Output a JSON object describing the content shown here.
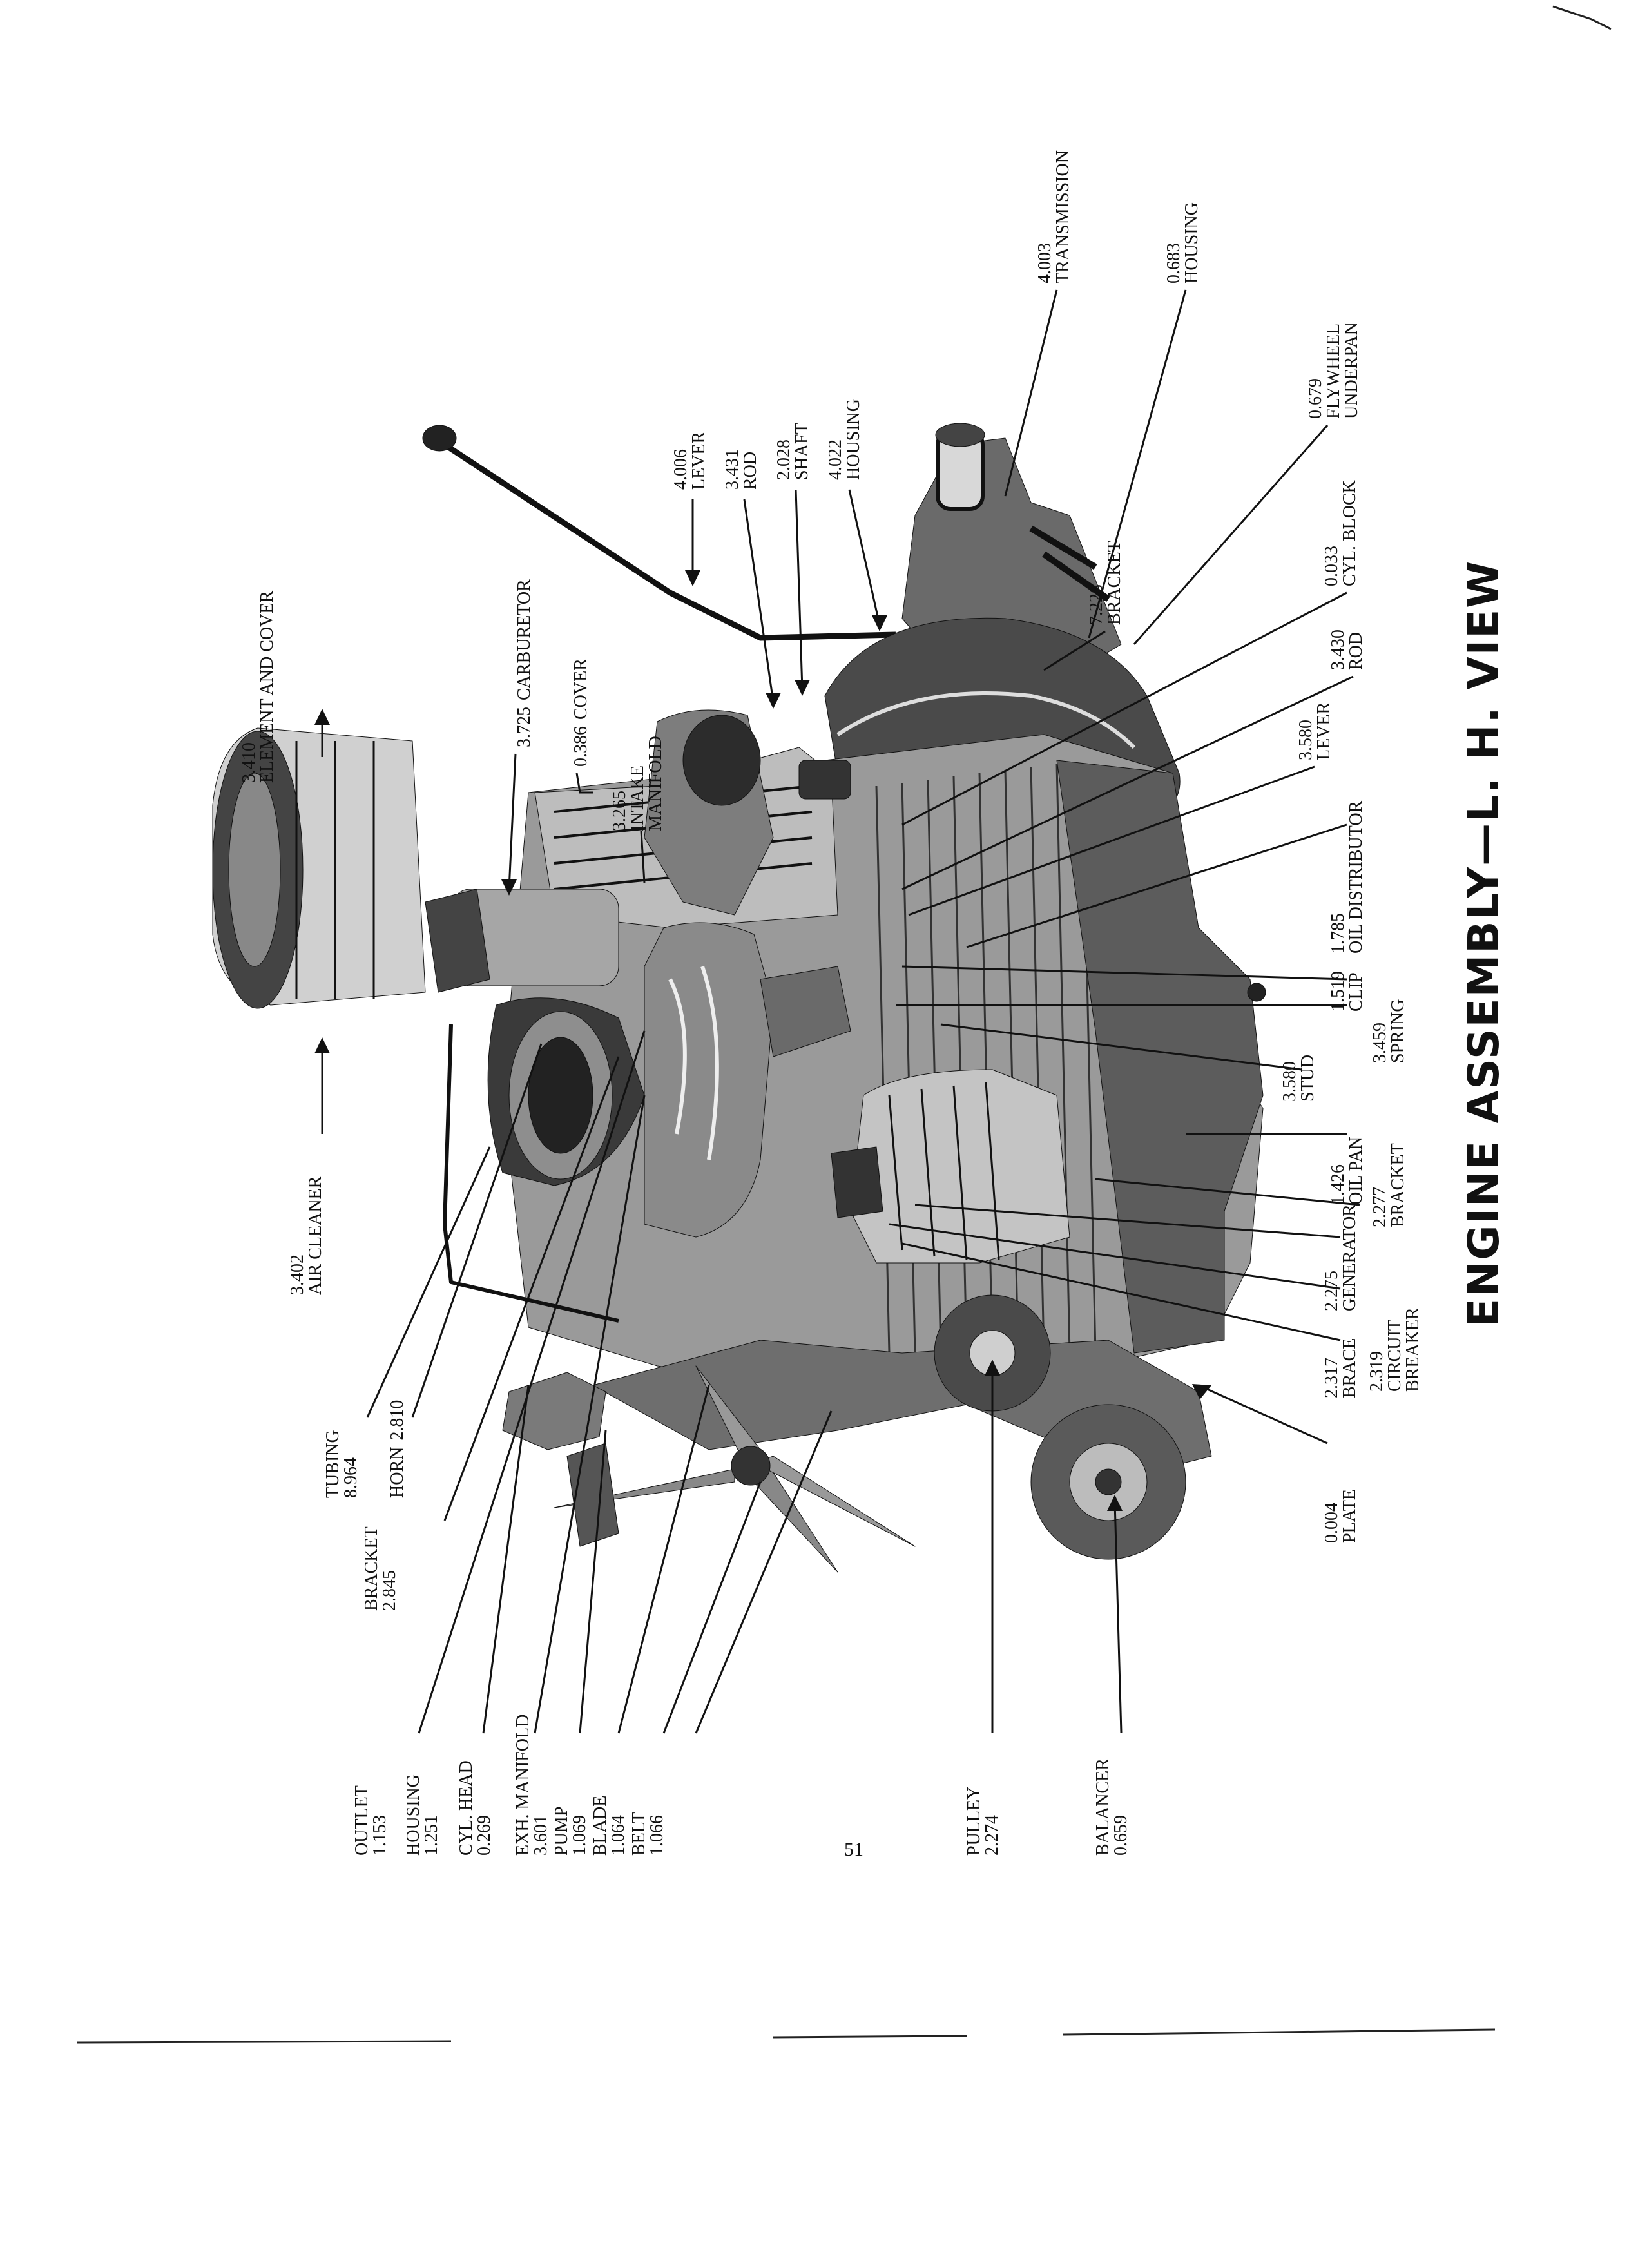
{
  "title": "ENGINE ASSEMBLY—L. H. VIEW",
  "page_number": "51",
  "callouts": [
    {
      "id": "element-and-cover",
      "num": "3.410",
      "name": "ELEMENT AND COVER"
    },
    {
      "id": "air-cleaner",
      "num": "3.402",
      "name": "AIR CLEANER"
    },
    {
      "id": "carburetor",
      "num": "3.725",
      "name": "CARBURETOR"
    },
    {
      "id": "cover",
      "num": "0.386",
      "name": "COVER"
    },
    {
      "id": "intake-manifold",
      "num": "3.265",
      "name": "INTAKE",
      "name2": "MANIFOLD"
    },
    {
      "id": "lever-top",
      "num": "4.006",
      "name": "LEVER"
    },
    {
      "id": "rod-top",
      "num": "3.431",
      "name": "ROD"
    },
    {
      "id": "shaft",
      "num": "2.028",
      "name": "SHAFT"
    },
    {
      "id": "housing-top",
      "num": "4.022",
      "name": "HOUSING"
    },
    {
      "id": "transmission",
      "num": "4.003",
      "name": "TRANSMISSION"
    },
    {
      "id": "housing-right",
      "num": "0.683",
      "name": "HOUSING"
    },
    {
      "id": "flywheel-underpan",
      "num": "0.679",
      "name": "FLYWHEEL",
      "name2": "UNDERPAN"
    },
    {
      "id": "bracket-right",
      "num": "7.228",
      "name": "BRACKET"
    },
    {
      "id": "cyl-block",
      "num": "0.033",
      "name": "CYL. BLOCK"
    },
    {
      "id": "rod-right",
      "num": "3.430",
      "name": "ROD"
    },
    {
      "id": "lever-right",
      "num": "3.580",
      "name": "LEVER"
    },
    {
      "id": "oil-distributor",
      "num": "1.785",
      "name": "OIL DISTRIBUTOR"
    },
    {
      "id": "clip",
      "num": "1.519",
      "name": "CLIP"
    },
    {
      "id": "spring",
      "num": "3.459",
      "name": "SPRING"
    },
    {
      "id": "stud",
      "num": "3.580",
      "name": "STUD"
    },
    {
      "id": "oil-pan",
      "num": "1.426",
      "name": "OIL PAN"
    },
    {
      "id": "bracket-oilpan",
      "num": "2.277",
      "name": "BRACKET"
    },
    {
      "id": "generator",
      "num": "2.275",
      "name": "GENERATOR"
    },
    {
      "id": "circuit-breaker",
      "num": "2.319",
      "name": "CIRCUIT",
      "name2": "BREAKER"
    },
    {
      "id": "brace",
      "num": "2.317",
      "name": "BRACE"
    },
    {
      "id": "plate",
      "num": "0.004",
      "name": "PLATE"
    },
    {
      "id": "tubing",
      "name": "TUBING",
      "num": "8.964"
    },
    {
      "id": "horn",
      "name": "HORN",
      "num": "2.810"
    },
    {
      "id": "bracket-left",
      "name": "BRACKET",
      "num": "2.845"
    },
    {
      "id": "outlet",
      "name": "OUTLET",
      "num": "1.153"
    },
    {
      "id": "housing-left",
      "name": "HOUSING",
      "num": "1.251"
    },
    {
      "id": "cyl-head",
      "name": "CYL. HEAD",
      "num": "0.269"
    },
    {
      "id": "exh-manifold",
      "name": "EXH. MANIFOLD",
      "num": "3.601"
    },
    {
      "id": "pump",
      "name": "PUMP",
      "num": "1.069"
    },
    {
      "id": "blade",
      "name": "BLADE",
      "num": "1.064"
    },
    {
      "id": "belt",
      "name": "BELT",
      "num": "1.066"
    },
    {
      "id": "pulley",
      "name": "PULLEY",
      "num": "2.274"
    },
    {
      "id": "balancer",
      "name": "BALANCER",
      "num": "0.659"
    }
  ]
}
